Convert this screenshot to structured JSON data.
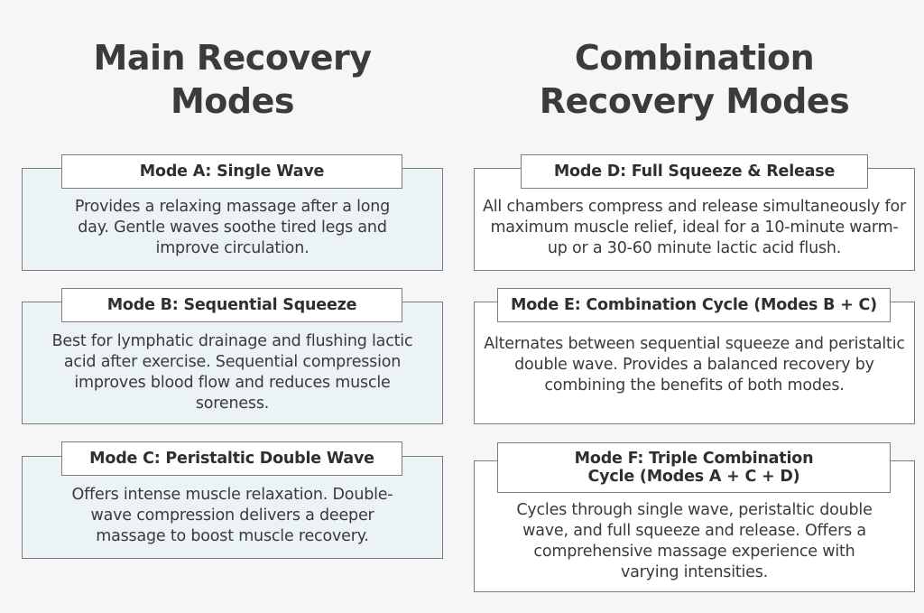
{
  "headings": {
    "main": "Main Recovery\nModes",
    "combination": "Combination\nRecovery Modes"
  },
  "modes": {
    "a": {
      "title": "Mode A: Single Wave",
      "description": "Provides a relaxing massage after a long day. Gentle waves soothe tired legs and improve circulation."
    },
    "b": {
      "title": "Mode B: Sequential Squeeze",
      "description": "Best for lymphatic drainage and flushing lactic acid after exercise. Sequential compression improves blood flow and reduces muscle soreness."
    },
    "c": {
      "title": "Mode C: Peristaltic Double Wave",
      "description": "Offers intense muscle relaxation. Double-wave compression delivers a deeper massage to boost muscle recovery."
    },
    "d": {
      "title": "Mode D: Full Squeeze & Release",
      "description": "All chambers compress and release simultaneously for maximum muscle relief, ideal for a 10-minute warm-up or a 30-60 minute lactic acid flush."
    },
    "e": {
      "title": "Mode E: Combination Cycle (Modes B + C)",
      "description": "Alternates between sequential squeeze and peristaltic double wave. Provides a balanced recovery by combining the benefits of both modes."
    },
    "f": {
      "title": "Mode F: Triple Combination\nCycle (Modes A + C + D)",
      "description": "Cycles through single wave, peristaltic double wave, and full squeeze and release. Offers a comprehensive massage experience with varying intensities."
    }
  },
  "colors": {
    "page_background": "#f6f6f6",
    "main_card_background": "#ecf3f6",
    "combination_card_background": "#ffffff",
    "border": "#7c7c7c",
    "text": "#3a3a3a"
  }
}
